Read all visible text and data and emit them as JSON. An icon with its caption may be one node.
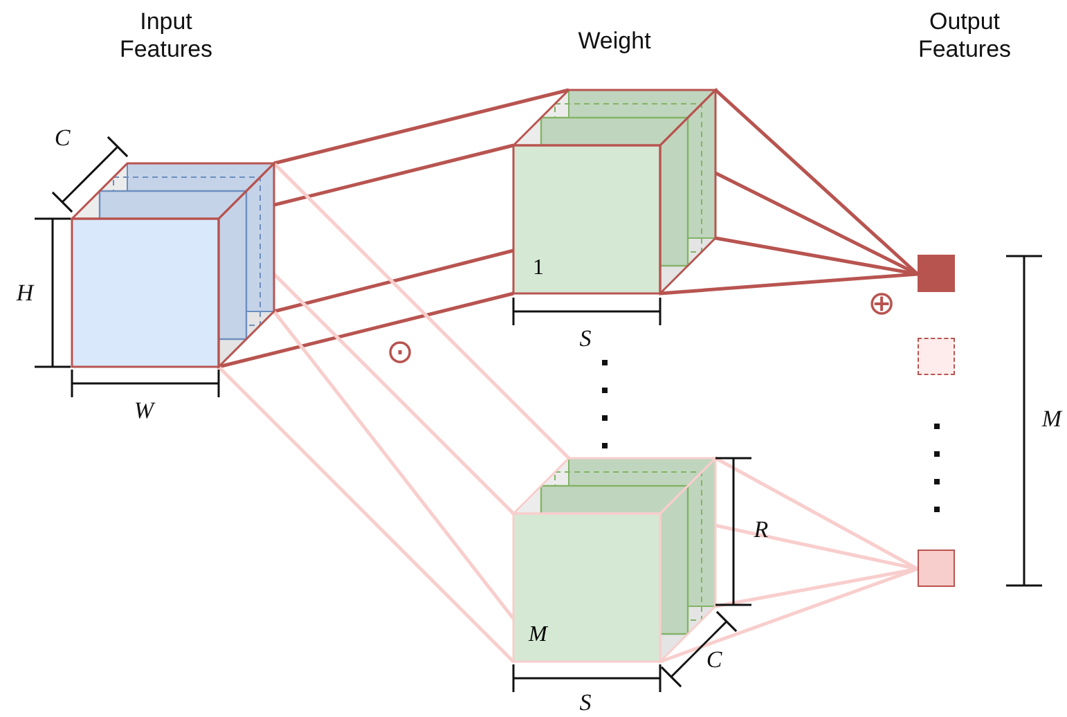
{
  "diagram": {
    "nodes": [
      {
        "text": [],
        "shape": "cube"
      },
      {
        "text": [
          "1"
        ]
      },
      {
        "text": [
          "M"
        ]
      },
      {
        "text": [],
        "shape": "box"
      },
      {
        "text": [],
        "shape": "box"
      },
      {
        "text": [],
        "shape": "box"
      }
    ],
    "edges": [
      {
        "from": 0,
        "to": 1,
        "arrow": "none"
      },
      {
        "from": 0,
        "to": 1,
        "arrow": "none"
      },
      {
        "from": 0,
        "to": 1,
        "arrow": "none"
      },
      {
        "from": 0,
        "to": 1,
        "arrow": "none"
      },
      {
        "from": 0,
        "to": 2,
        "arrow": "none",
        "color": "#f8cecc"
      },
      {
        "from": 0,
        "to": 2,
        "arrow": "none",
        "color": "#f8cecc"
      },
      {
        "from": 0,
        "to": 2,
        "arrow": "none",
        "color": "#f8cecc"
      },
      {
        "from": 0,
        "to": 2,
        "arrow": "none",
        "color": "#f8cecc"
      },
      {
        "from": 1,
        "to": 3,
        "arrow": "none"
      },
      {
        "from": 1,
        "to": 3,
        "arrow": "none"
      },
      {
        "from": 1,
        "to": 3,
        "arrow": "none"
      },
      {
        "from": 1,
        "to": 3,
        "arrow": "none"
      },
      {
        "from": 2,
        "to": 5,
        "arrow": "none",
        "color": "#f8cecc"
      },
      {
        "from": 2,
        "to": 5,
        "arrow": "none",
        "color": "#f8cecc"
      },
      {
        "from": 2,
        "to": 5,
        "arrow": "none",
        "color": "#f8cecc"
      },
      {
        "from": 2,
        "to": 5,
        "arrow": "none",
        "color": "#f8cecc"
      }
    ],
    "labels": [
      "Input Features",
      "Weight",
      "Output Features",
      "C",
      "H",
      "⊙",
      "⊕",
      "W",
      "S",
      "M",
      "R",
      "C",
      "S"
    ]
  }
}
